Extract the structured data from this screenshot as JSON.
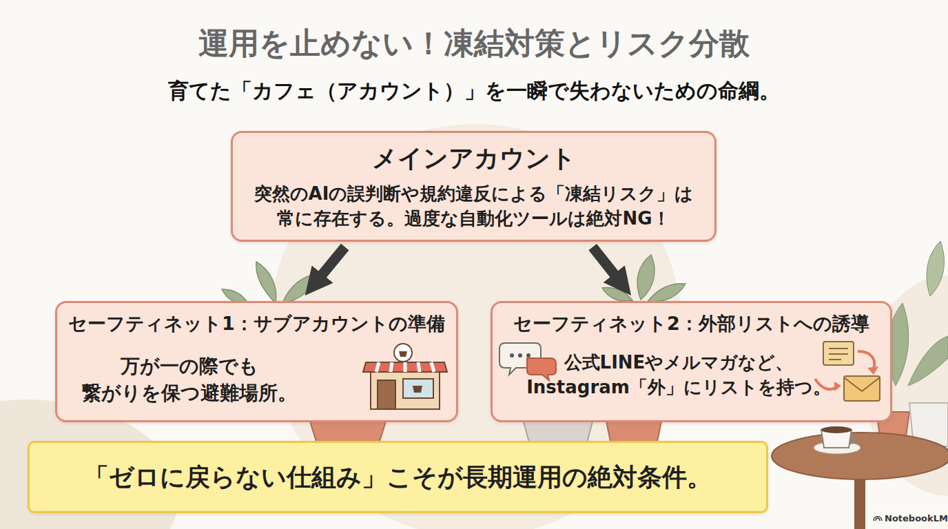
{
  "diagram": {
    "title": "運用を止めない！凍結対策とリスク分散",
    "nodes": [
      {
        "text": [
          "メインアカウント",
          "突然のAIの誤判断や規約違反による「凍結リスク」は 常に存在する。過度な自動化ツールは絶対NG！"
        ]
      },
      {
        "text": [
          "セーフティネット1：サブアカウントの準備",
          "万が一の際でも 繋がりを保つ避難場所。"
        ]
      },
      {
        "text": [
          "セーフティネット2：外部リストへの誘導",
          "公式LINEやメルマガなど、 Instagram「外」にリストを持つ。"
        ]
      },
      {
        "text": [
          "「ゼロに戻らない仕組み」こそが長期運用の絶対条件。"
        ]
      }
    ],
    "edges": [
      {
        "from": 0,
        "to": 1,
        "arrow": "to"
      },
      {
        "from": 0,
        "to": 2,
        "arrow": "to"
      }
    ],
    "labels": [
      "育てた「カフェ（アカウント）」を一瞬で失わないための命綱。",
      "NotebookLM"
    ]
  }
}
